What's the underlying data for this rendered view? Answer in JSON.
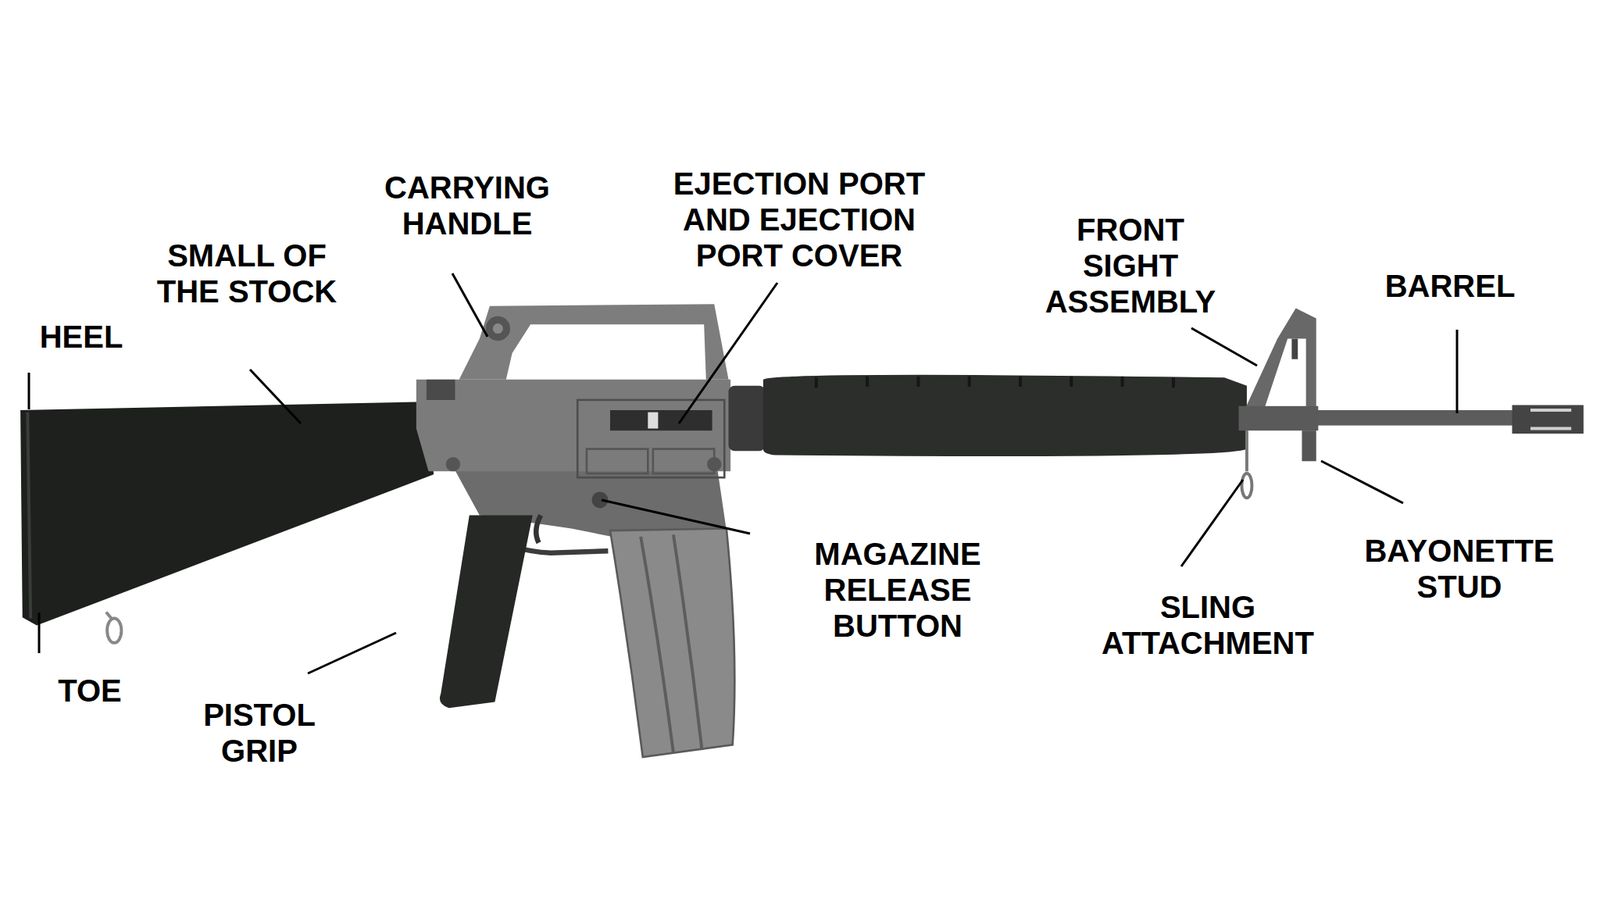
{
  "diagram": {
    "labels": [
      "HEEL",
      "SMALL OF THE STOCK",
      "CARRYING HANDLE",
      "EJECTION PORT AND EJECTION PORT COVER",
      "FRONT SIGHT ASSEMBLY",
      "BARREL",
      "MAGAZINE RELEASE BUTTON",
      "BAYONETTE STUD",
      "SLING ATTACHMENT",
      "TOE",
      "PISTOL GRIP"
    ]
  }
}
